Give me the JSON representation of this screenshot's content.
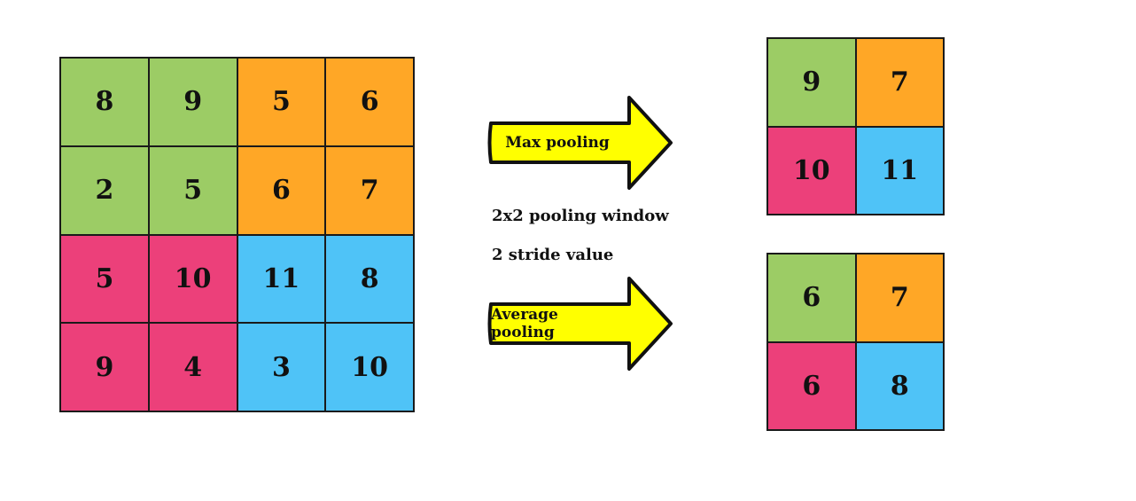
{
  "colors": {
    "green": "#9ccc65",
    "orange": "#ffa726",
    "pink": "#ec407a",
    "blue": "#4fc3f7",
    "arrow_fill": "#ffff00",
    "arrow_stroke": "#111111"
  },
  "input_matrix": {
    "rows": [
      [
        {
          "v": "8",
          "c": "green"
        },
        {
          "v": "9",
          "c": "green"
        },
        {
          "v": "5",
          "c": "orange"
        },
        {
          "v": "6",
          "c": "orange"
        }
      ],
      [
        {
          "v": "2",
          "c": "green"
        },
        {
          "v": "5",
          "c": "green"
        },
        {
          "v": "6",
          "c": "orange"
        },
        {
          "v": "7",
          "c": "orange"
        }
      ],
      [
        {
          "v": "5",
          "c": "pink"
        },
        {
          "v": "10",
          "c": "pink"
        },
        {
          "v": "11",
          "c": "blue"
        },
        {
          "v": "8",
          "c": "blue"
        }
      ],
      [
        {
          "v": "9",
          "c": "pink"
        },
        {
          "v": "4",
          "c": "pink"
        },
        {
          "v": "3",
          "c": "blue"
        },
        {
          "v": "10",
          "c": "blue"
        }
      ]
    ]
  },
  "max_pooling": {
    "label": "Max pooling",
    "rows": [
      [
        {
          "v": "9",
          "c": "green"
        },
        {
          "v": "7",
          "c": "orange"
        }
      ],
      [
        {
          "v": "10",
          "c": "pink"
        },
        {
          "v": "11",
          "c": "blue"
        }
      ]
    ]
  },
  "average_pooling": {
    "label": "Average pooling",
    "rows": [
      [
        {
          "v": "6",
          "c": "green"
        },
        {
          "v": "7",
          "c": "orange"
        }
      ],
      [
        {
          "v": "6",
          "c": "pink"
        },
        {
          "v": "8",
          "c": "blue"
        }
      ]
    ]
  },
  "notes": {
    "window": "2x2 pooling window",
    "stride": "2 stride value"
  }
}
